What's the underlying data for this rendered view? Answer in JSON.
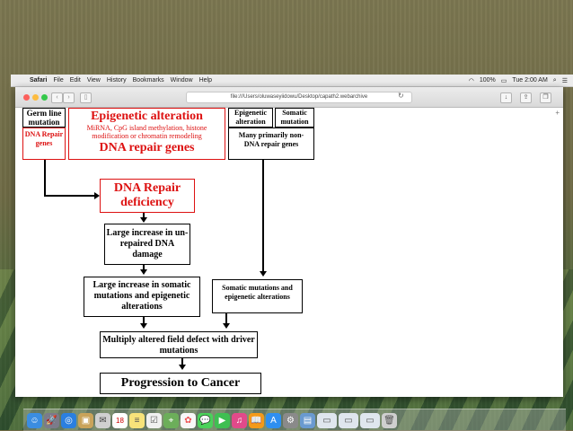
{
  "menubar": {
    "items": [
      "Safari",
      "File",
      "Edit",
      "View",
      "History",
      "Bookmarks",
      "Window",
      "Help"
    ],
    "battery": "100%",
    "clock": "Tue 2:00 AM"
  },
  "browser": {
    "address": "file:///Users/oluwaseyiidowu/Desktop/capath2.webarchive"
  },
  "diagram": {
    "germ_line": "Germ line mutation",
    "dna_repair_genes_small": "DNA Repair genes",
    "epigenetic_title": "Epigenetic alteration",
    "epigenetic_detail": "MiRNA, CpG island methylation, histone modification or chromatin remodeling",
    "dna_repair_genes_big": "DNA repair genes",
    "epigenetic_alteration_small": "Epigenetic alteration",
    "somatic_mutation_small": "Somatic mutation",
    "many_primarily": "Many primarily non-DNA repair genes",
    "dna_repair_deficiency": "DNA Repair deficiency",
    "large_unrepaired": "Large increase in un-repaired DNA damage",
    "large_somatic": "Large increase in somatic mutations and epigenetic alterations",
    "somatic_epi": "Somatic mutations and epigenetic alterations",
    "multiply_altered": "Multiply altered field defect with driver mutations",
    "progression": "Progression to Cancer"
  },
  "colors": {
    "accent_red": "#dd1111"
  },
  "dock_icons": [
    "finder-icon",
    "launchpad-icon",
    "safari-icon",
    "photos-icon",
    "mail-icon",
    "calendar-icon",
    "notes-icon",
    "reminders-icon",
    "maps-icon",
    "photos-app-icon",
    "messages-icon",
    "facetime-icon",
    "itunes-icon",
    "ibooks-icon",
    "appstore-icon",
    "system-prefs-icon",
    "preview-icon",
    "window-thumb-icon",
    "window-thumb-icon-2",
    "window-thumb-icon-3",
    "trash-icon"
  ]
}
